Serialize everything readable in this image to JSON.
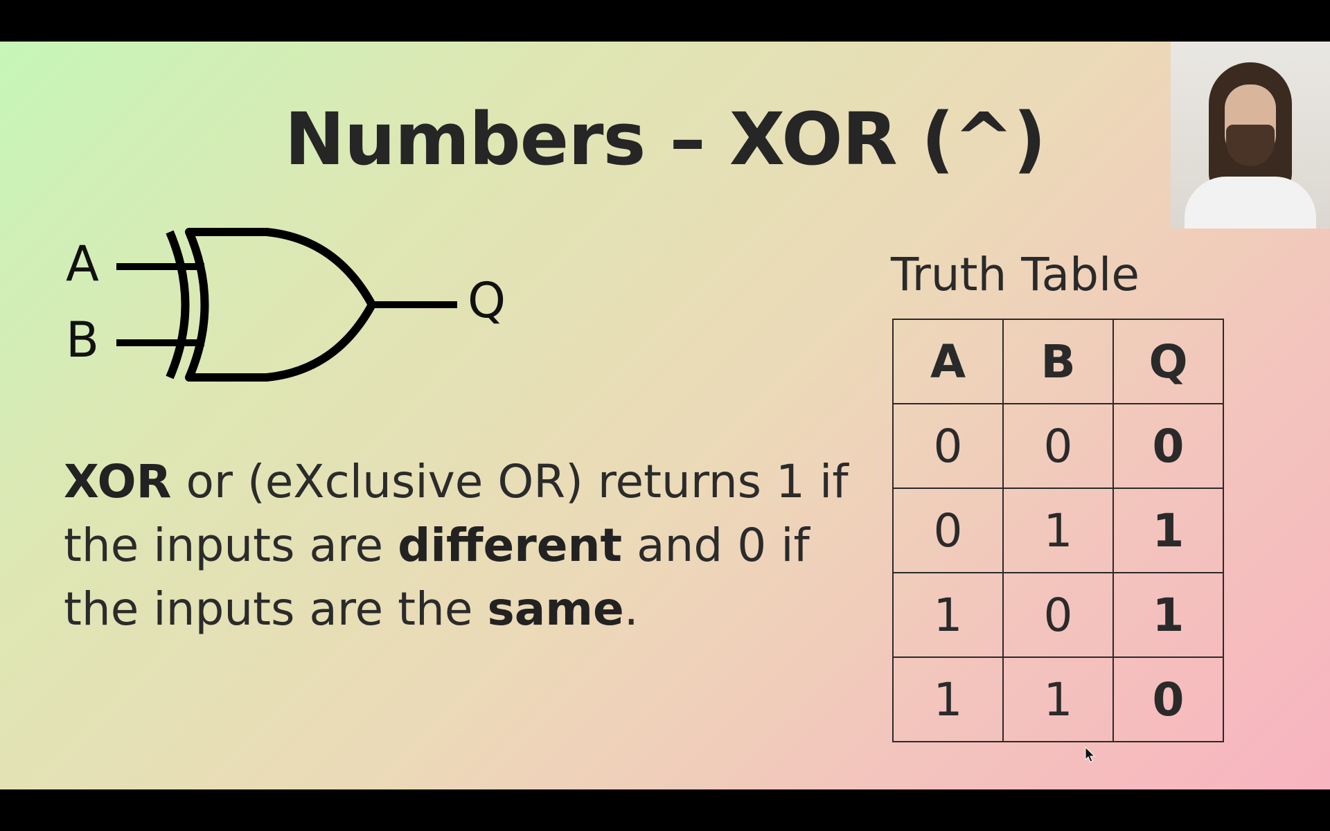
{
  "slide": {
    "title": "Numbers – XOR (^)",
    "gate": {
      "input_a": "A",
      "input_b": "B",
      "output": "Q"
    },
    "description": {
      "part1_bold": "XOR",
      "part2": " or (eXclusive OR) returns 1 if the inputs are ",
      "part3_bold": "different",
      "part4": " and 0 if the inputs are the ",
      "part5_bold": "same",
      "part6": "."
    },
    "truth_table": {
      "title": "Truth Table",
      "headers": [
        "A",
        "B",
        "Q"
      ],
      "rows": [
        [
          "0",
          "0",
          "0"
        ],
        [
          "0",
          "1",
          "1"
        ],
        [
          "1",
          "0",
          "1"
        ],
        [
          "1",
          "1",
          "0"
        ]
      ]
    }
  },
  "webcam": {
    "icon": "presenter-webcam"
  },
  "colors": {
    "gradient_start": "#c6f6b9",
    "gradient_end": "#f8b4c0",
    "text": "#2a2a2a"
  }
}
